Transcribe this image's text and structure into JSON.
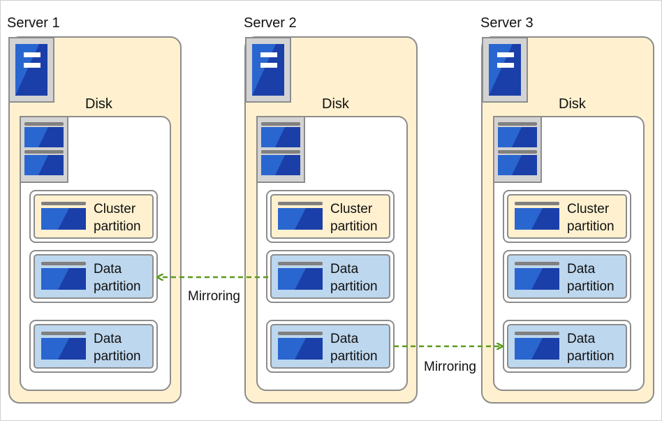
{
  "servers": [
    {
      "label": "Server 1",
      "disk_label": "Disk",
      "partitions": [
        {
          "type": "cluster",
          "line1": "Cluster",
          "line2": "partition"
        },
        {
          "type": "data",
          "line1": "Data",
          "line2": "partition"
        },
        {
          "type": "data",
          "line1": "Data",
          "line2": "partition"
        }
      ]
    },
    {
      "label": "Server 2",
      "disk_label": "Disk",
      "partitions": [
        {
          "type": "cluster",
          "line1": "Cluster",
          "line2": "partition"
        },
        {
          "type": "data",
          "line1": "Data",
          "line2": "partition"
        },
        {
          "type": "data",
          "line1": "Data",
          "line2": "partition"
        }
      ]
    },
    {
      "label": "Server 3",
      "disk_label": "Disk",
      "partitions": [
        {
          "type": "cluster",
          "line1": "Cluster",
          "line2": "partition"
        },
        {
          "type": "data",
          "line1": "Data",
          "line2": "partition"
        },
        {
          "type": "data",
          "line1": "Data",
          "line2": "partition"
        }
      ]
    }
  ],
  "mirrors": [
    {
      "label": "Mirroring",
      "from": "Server 2 / Data partition 1",
      "to": "Server 1 / Data partition 1"
    },
    {
      "label": "Mirroring",
      "from": "Server 2 / Data partition 2",
      "to": "Server 3 / Data partition 2"
    }
  ],
  "colors": {
    "server_bg": "#fff1cf",
    "data_partition_bg": "#bdd7ee",
    "border": "#8c8c8c",
    "icon_blue": "#2a5fc7",
    "arrow": "#5a9a1a"
  },
  "icons": {
    "server": "server-icon",
    "disk": "disk-stack-icon",
    "partition": "partition-drive-icon",
    "mirror_arrow": "dashed-arrow-icon"
  }
}
